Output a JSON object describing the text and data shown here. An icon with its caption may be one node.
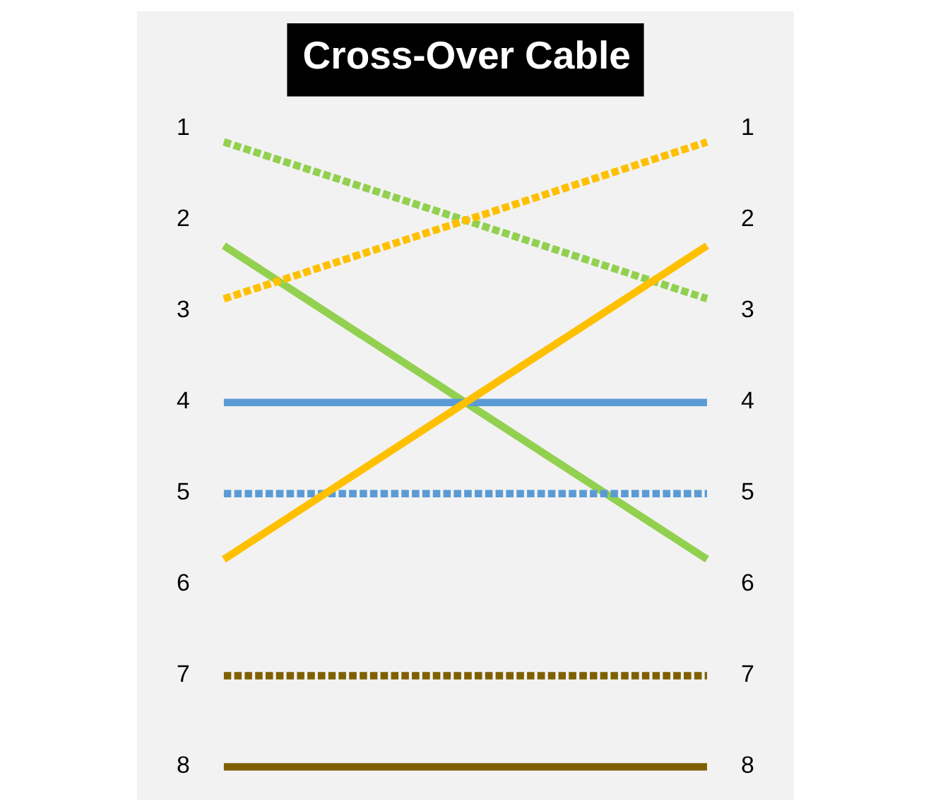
{
  "diagram": {
    "title": "Cross-Over Cable",
    "nodes": [
      {
        "text": [
          "1"
        ]
      },
      {
        "text": [
          "2"
        ]
      },
      {
        "text": [
          "3"
        ]
      },
      {
        "text": [
          "4"
        ]
      },
      {
        "text": [
          "5"
        ]
      },
      {
        "text": [
          "6"
        ]
      },
      {
        "text": [
          "7"
        ]
      },
      {
        "text": [
          "8"
        ]
      },
      {
        "text": [
          "1"
        ]
      },
      {
        "text": [
          "2"
        ]
      },
      {
        "text": [
          "3"
        ]
      },
      {
        "text": [
          "4"
        ]
      },
      {
        "text": [
          "5"
        ]
      },
      {
        "text": [
          "6"
        ]
      },
      {
        "text": [
          "7"
        ]
      },
      {
        "text": [
          "8"
        ]
      }
    ],
    "edges": [
      {
        "from": 0,
        "to": 10,
        "arrow": "none",
        "style": "dashed",
        "color": "#92d050"
      },
      {
        "from": 1,
        "to": 13,
        "arrow": "none",
        "color": "#92d050"
      },
      {
        "from": 2,
        "to": 8,
        "arrow": "none",
        "style": "dashed",
        "color": "#ffc000"
      },
      {
        "from": 3,
        "to": 11,
        "arrow": "none",
        "color": "#5b9bd5"
      },
      {
        "from": 4,
        "to": 12,
        "arrow": "none",
        "style": "dashed",
        "color": "#5b9bd5"
      },
      {
        "from": 5,
        "to": 9,
        "arrow": "none",
        "color": "#ffc000"
      },
      {
        "from": 6,
        "to": 14,
        "arrow": "none",
        "style": "dashed",
        "color": "#7f6000"
      },
      {
        "from": 7,
        "to": 15,
        "arrow": "none",
        "color": "#7f6000"
      }
    ]
  }
}
